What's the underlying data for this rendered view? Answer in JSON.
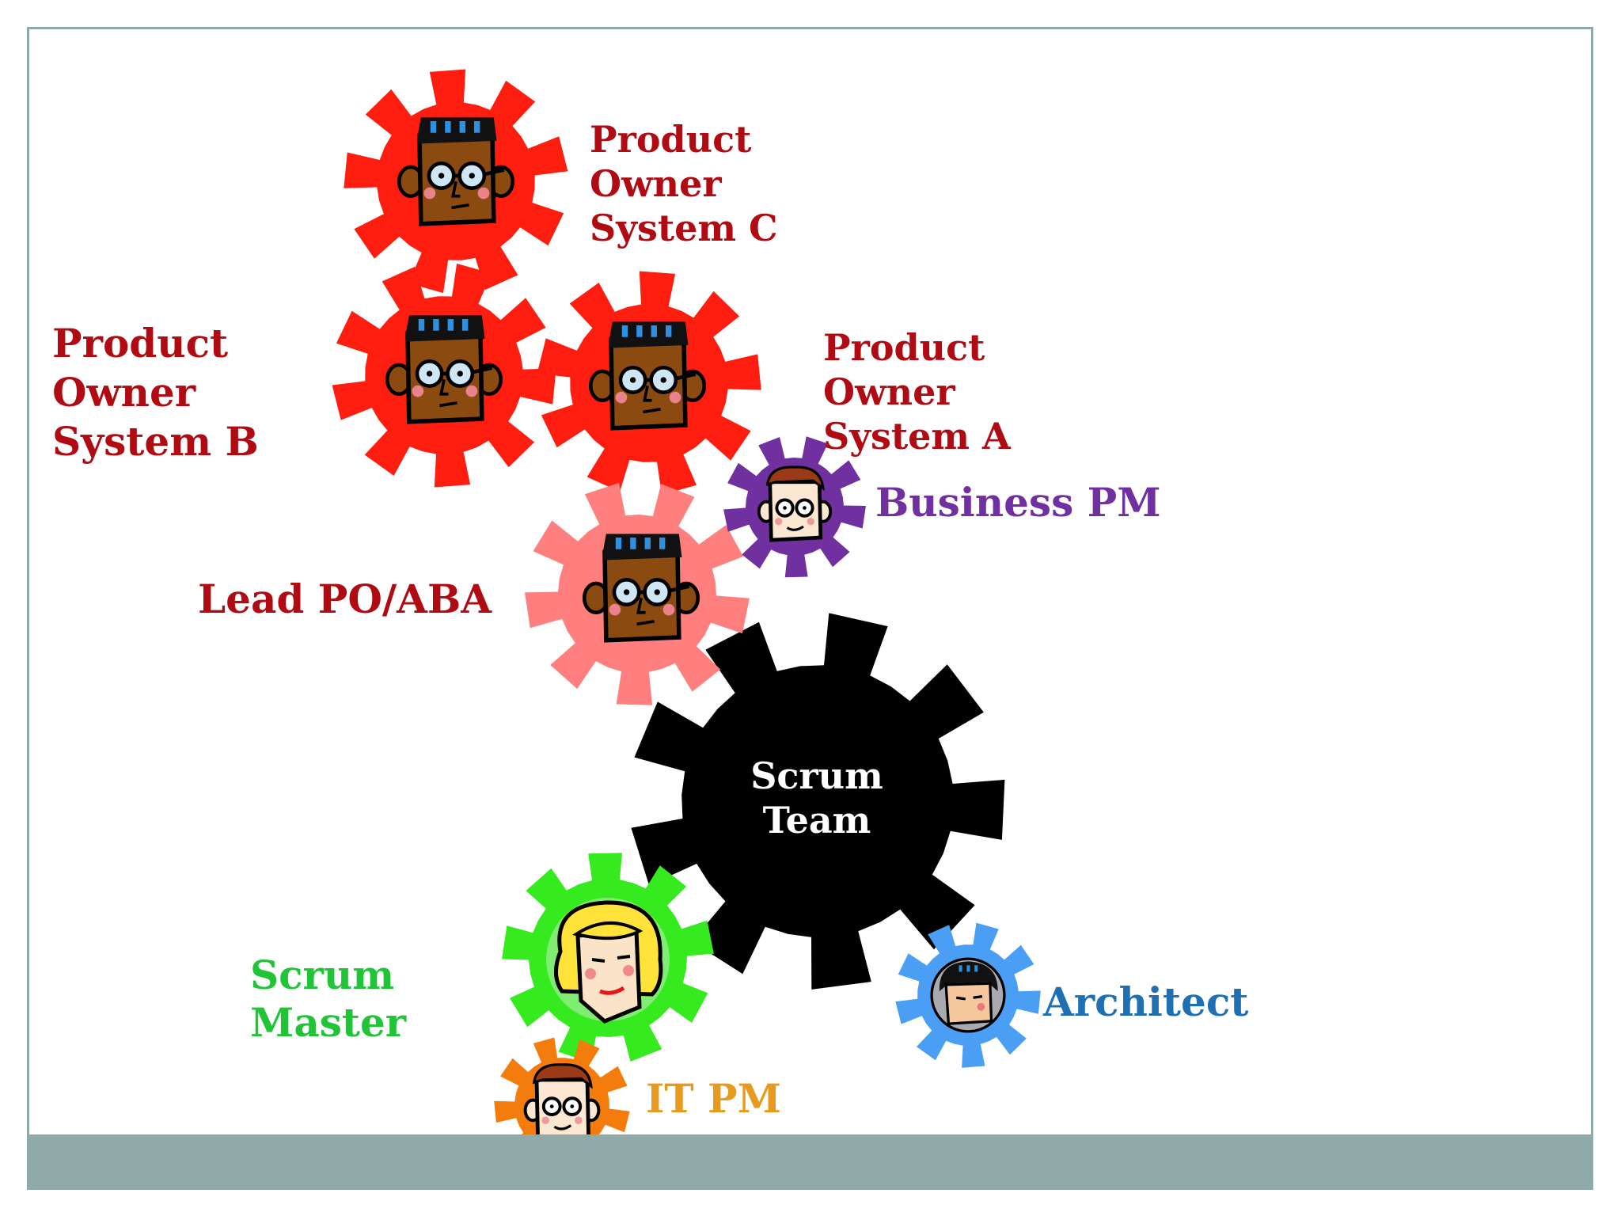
{
  "roles": {
    "po_system_c": [
      "Product",
      "Owner",
      "System C"
    ],
    "po_system_b": [
      "Product",
      "Owner",
      "System B"
    ],
    "po_system_a": [
      "Product",
      "Owner",
      "System A"
    ],
    "business_pm": "Business PM",
    "lead_po": "Lead PO/ABA",
    "scrum_team": [
      "Scrum",
      "Team"
    ],
    "scrum_master": [
      "Scrum",
      "Master"
    ],
    "architect": "Architect",
    "it_pm": "IT PM"
  },
  "colors": {
    "product_owner_gear": "#ff1d10",
    "lead_po_gear": "#ff7f7f",
    "business_pm_gear": "#7030a0",
    "scrum_team_gear": "#000000",
    "scrum_master_gear": "#35ea1e",
    "architect_gear": "#4a9ff5",
    "it_pm_gear": "#f47c0c",
    "frame": "#8fa9a8",
    "footer_bar": "#8faaa9"
  }
}
